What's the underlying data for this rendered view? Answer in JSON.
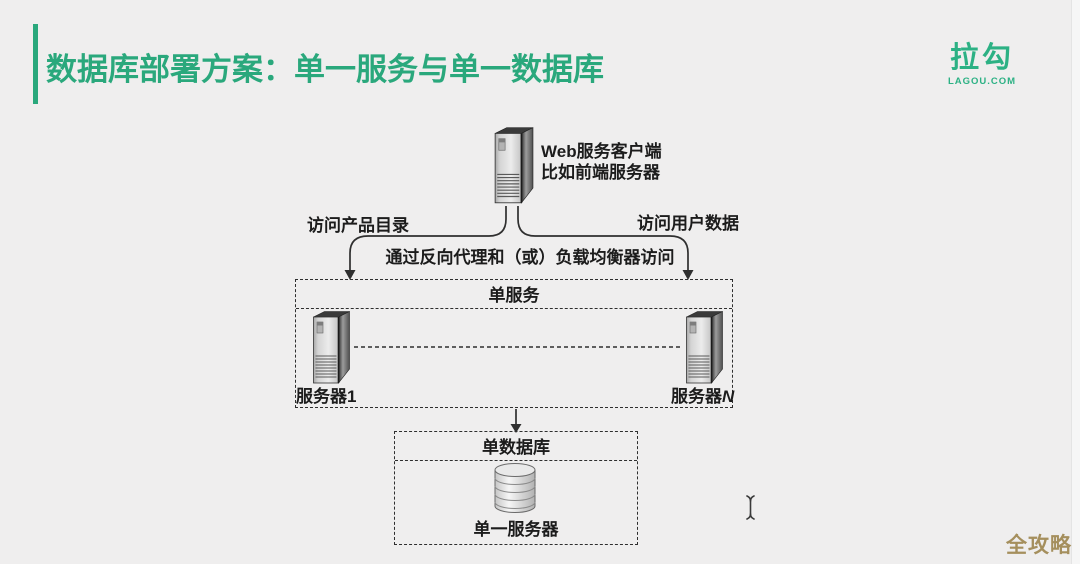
{
  "slide": {
    "background_color": "#efeeee",
    "accent_color": "#2aa87c",
    "title": "数据库部署方案：单一服务与单一数据库",
    "logo": {
      "name": "拉勾",
      "caption": "LAGOU.COM",
      "color": "#2cb184"
    },
    "watermark": {
      "text": "全攻略",
      "color": "#a58f5d"
    }
  },
  "diagram": {
    "web_client": {
      "icon": "server-tower",
      "label_line1": "Web服务客户端",
      "label_line2": "比如前端服务器"
    },
    "connectors": {
      "left_label": "访问产品目录",
      "right_label": "访问用户数据",
      "middle_label": "通过反向代理和（或）负载均衡器访问"
    },
    "single_service": {
      "title": "单服务",
      "servers": [
        {
          "icon": "server-tower",
          "prefix": "服务器",
          "suffix": "1"
        },
        {
          "icon": "server-tower",
          "prefix": "服务器",
          "suffix": "N"
        }
      ]
    },
    "single_database": {
      "title": "单数据库",
      "icon": "database-cylinder",
      "label": "单一服务器"
    }
  },
  "cursor": {
    "type": "text-ibeam"
  }
}
